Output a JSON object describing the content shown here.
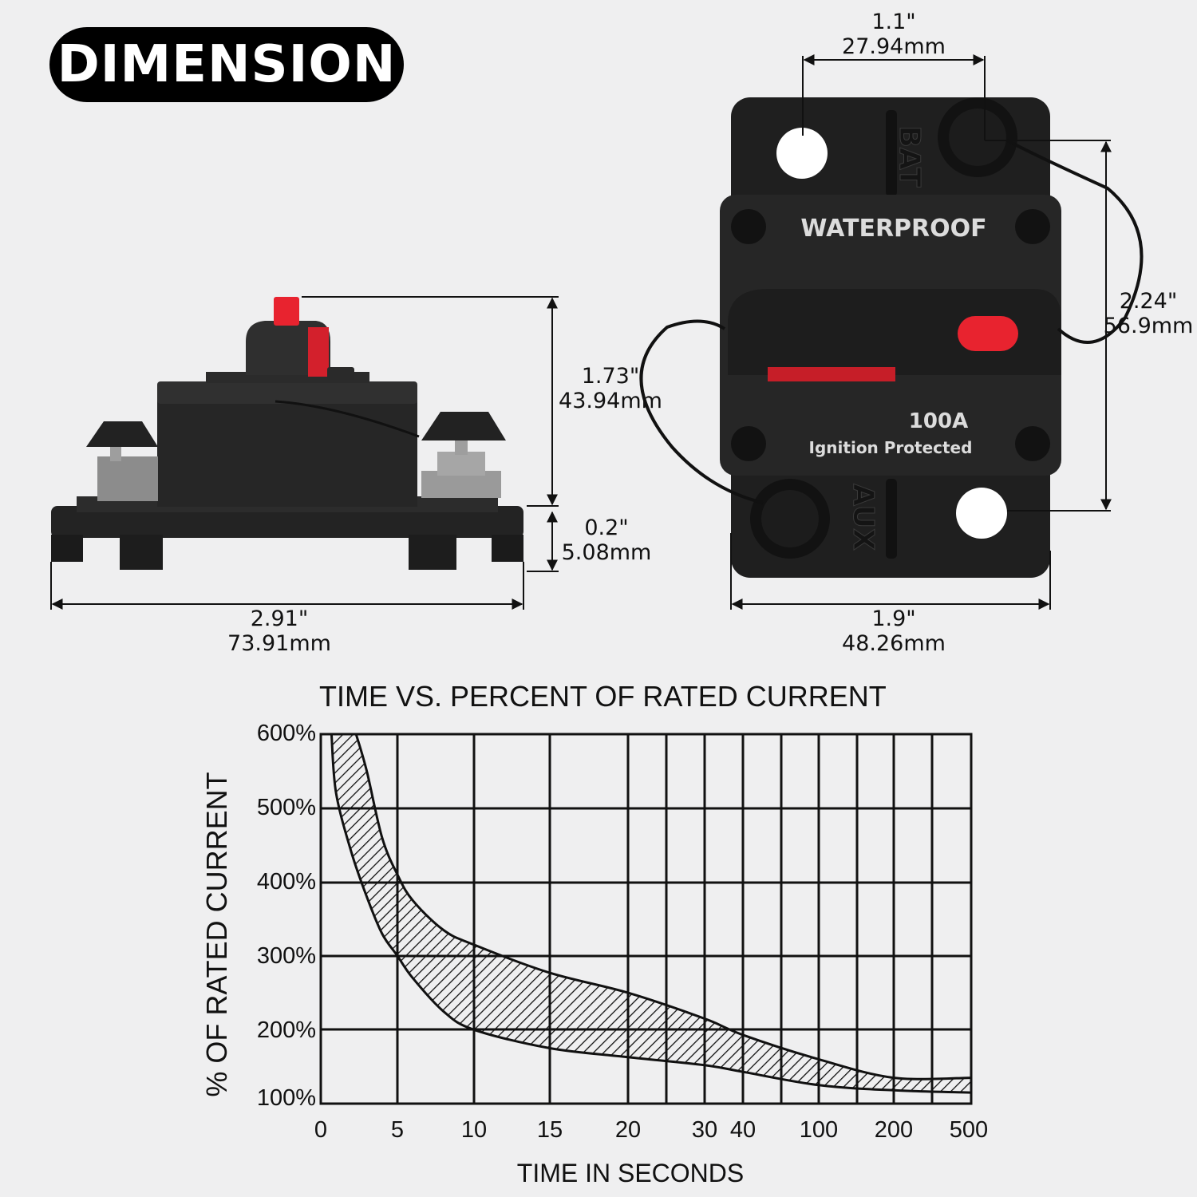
{
  "header": {
    "badge": "DIMENSION"
  },
  "product": {
    "label_waterproof": "WATERPROOF",
    "label_rating": "100A",
    "label_ignition": "Ignition Protected",
    "terminal_top": "BAT",
    "terminal_bottom": "AUX",
    "colors": {
      "body": "#1f1f1f",
      "button": "#e8232f",
      "background": "#efeff0"
    }
  },
  "dimensions": {
    "side_height_in": "1.73\"",
    "side_height_mm": "43.94mm",
    "base_height_in": "0.2\"",
    "base_height_mm": "5.08mm",
    "side_width_in": "2.91\"",
    "side_width_mm": "73.91mm",
    "stud_spacing_in": "1.1\"",
    "stud_spacing_mm": "27.94mm",
    "front_height_in": "2.24\"",
    "front_height_mm": "56.9mm",
    "front_width_in": "1.9\"",
    "front_width_mm": "48.26mm"
  },
  "chart_data": {
    "type": "area",
    "title": "TIME VS. PERCENT OF RATED CURRENT",
    "xlabel": "TIME IN SECONDS",
    "ylabel": "% OF RATED CURRENT",
    "x_ticks": [
      "0",
      "5",
      "10",
      "15",
      "20",
      "30",
      "40",
      "100",
      "200",
      "500"
    ],
    "y_ticks": [
      "600%",
      "500%",
      "400%",
      "300%",
      "200%",
      "100%"
    ],
    "ylim": [
      100,
      600
    ],
    "grid": true,
    "band_upper": [
      [
        2.3,
        600
      ],
      [
        3,
        550
      ],
      [
        4,
        460
      ],
      [
        5,
        410
      ],
      [
        6,
        375
      ],
      [
        8,
        335
      ],
      [
        10,
        315
      ],
      [
        15,
        277
      ],
      [
        20,
        250
      ],
      [
        30,
        215
      ],
      [
        40,
        193
      ],
      [
        100,
        160
      ],
      [
        200,
        135
      ],
      [
        500,
        135
      ]
    ],
    "band_lower": [
      [
        0.7,
        600
      ],
      [
        1,
        520
      ],
      [
        2,
        440
      ],
      [
        3,
        380
      ],
      [
        4,
        330
      ],
      [
        5,
        300
      ],
      [
        6,
        270
      ],
      [
        8,
        225
      ],
      [
        10,
        200
      ],
      [
        15,
        175
      ],
      [
        20,
        163
      ],
      [
        30,
        152
      ],
      [
        40,
        143
      ],
      [
        100,
        125
      ],
      [
        200,
        118
      ],
      [
        500,
        115
      ]
    ]
  }
}
